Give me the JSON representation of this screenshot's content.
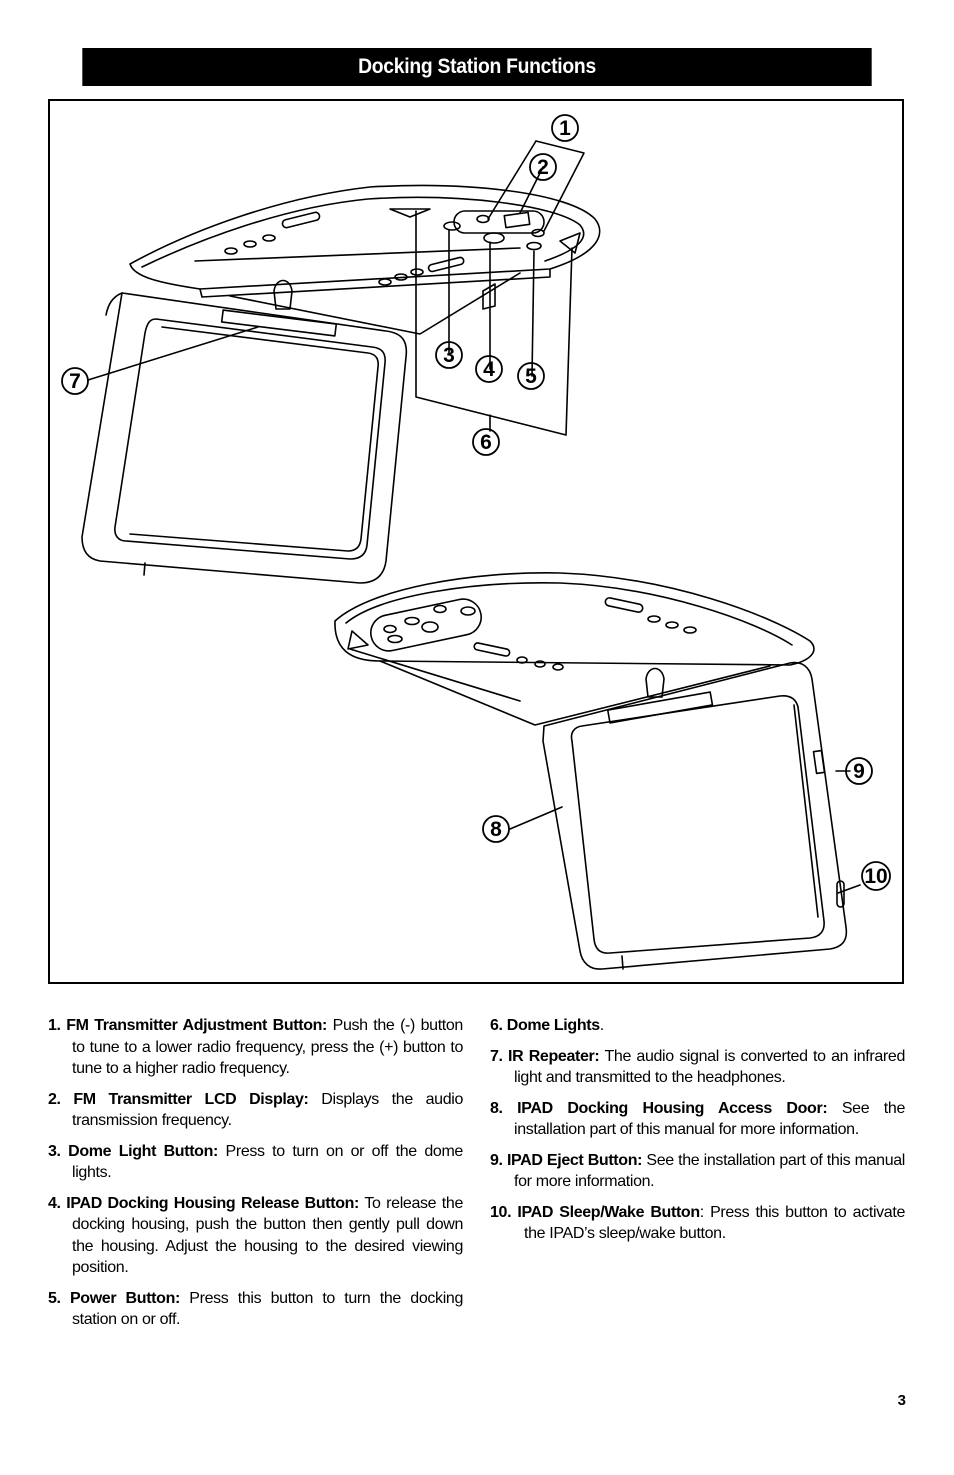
{
  "header": {
    "title": "Docking Station Functions"
  },
  "figure": {
    "callouts": [
      "1",
      "2",
      "3",
      "4",
      "5",
      "6",
      "7",
      "8",
      "9",
      "10"
    ]
  },
  "items": [
    {
      "label": "1. FM Transmitter Adjustment Button:",
      "text": " Push the (-) button to tune to a lower radio frequency, press the (+) button to tune to a higher radio frequency."
    },
    {
      "label": "2. FM Transmitter LCD Display:",
      "text": " Displays the audio transmission frequency."
    },
    {
      "label": "3. Dome Light Button:",
      "text": " Press to turn on or off the dome lights."
    },
    {
      "label": "4. IPAD Docking Housing Release Button:",
      "text": " To release the docking housing, push the button then gently pull down the housing. Adjust the housing to the desired viewing position."
    },
    {
      "label": "5. Power Button:",
      "text": " Press this button to turn the docking station on or off."
    },
    {
      "label": "6. Dome Lights",
      "text": "."
    },
    {
      "label": "7. IR Repeater:",
      "text": " The audio signal is converted to an infrared light and transmitted to the headphones."
    },
    {
      "label": "8. IPAD Docking Housing Access Door:",
      "text": " See the installation part of this manual for more information."
    },
    {
      "label": "9. IPAD Eject Button:",
      "text": " See the installation part of this manual for more information."
    },
    {
      "label": "10. IPAD Sleep/Wake Button",
      "text": ": Press this button to activate the IPAD’s sleep/wake button."
    }
  ],
  "footer": {
    "page_number": "3"
  }
}
